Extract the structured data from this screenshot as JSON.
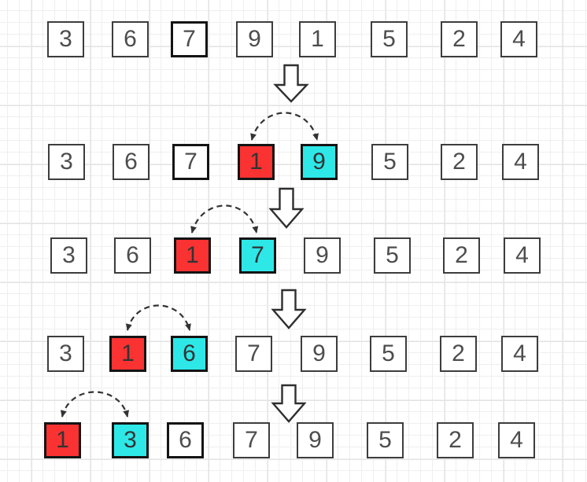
{
  "diagram": {
    "rows": [
      {
        "cells": [
          {
            "value": "3",
            "highlight": "none",
            "border": "normal"
          },
          {
            "value": "6",
            "highlight": "none",
            "border": "normal"
          },
          {
            "value": "7",
            "highlight": "none",
            "border": "bold"
          },
          {
            "value": "9",
            "highlight": "none",
            "border": "normal"
          },
          {
            "value": "1",
            "highlight": "none",
            "border": "normal"
          },
          {
            "value": "5",
            "highlight": "none",
            "border": "normal"
          },
          {
            "value": "2",
            "highlight": "none",
            "border": "normal"
          },
          {
            "value": "4",
            "highlight": "none",
            "border": "normal"
          }
        ]
      },
      {
        "cells": [
          {
            "value": "3",
            "highlight": "none",
            "border": "normal"
          },
          {
            "value": "6",
            "highlight": "none",
            "border": "normal"
          },
          {
            "value": "7",
            "highlight": "none",
            "border": "bold"
          },
          {
            "value": "1",
            "highlight": "red",
            "border": "bold"
          },
          {
            "value": "9",
            "highlight": "cyan",
            "border": "bold"
          },
          {
            "value": "5",
            "highlight": "none",
            "border": "normal"
          },
          {
            "value": "2",
            "highlight": "none",
            "border": "normal"
          },
          {
            "value": "4",
            "highlight": "none",
            "border": "normal"
          }
        ]
      },
      {
        "cells": [
          {
            "value": "3",
            "highlight": "none",
            "border": "normal"
          },
          {
            "value": "6",
            "highlight": "none",
            "border": "normal"
          },
          {
            "value": "1",
            "highlight": "red",
            "border": "bold"
          },
          {
            "value": "7",
            "highlight": "cyan",
            "border": "bold"
          },
          {
            "value": "9",
            "highlight": "none",
            "border": "normal"
          },
          {
            "value": "5",
            "highlight": "none",
            "border": "normal"
          },
          {
            "value": "2",
            "highlight": "none",
            "border": "normal"
          },
          {
            "value": "4",
            "highlight": "none",
            "border": "normal"
          }
        ]
      },
      {
        "cells": [
          {
            "value": "3",
            "highlight": "none",
            "border": "normal"
          },
          {
            "value": "1",
            "highlight": "red",
            "border": "bold"
          },
          {
            "value": "6",
            "highlight": "cyan",
            "border": "bold"
          },
          {
            "value": "7",
            "highlight": "none",
            "border": "normal"
          },
          {
            "value": "9",
            "highlight": "none",
            "border": "normal"
          },
          {
            "value": "5",
            "highlight": "none",
            "border": "normal"
          },
          {
            "value": "2",
            "highlight": "none",
            "border": "normal"
          },
          {
            "value": "4",
            "highlight": "none",
            "border": "normal"
          }
        ]
      },
      {
        "cells": [
          {
            "value": "1",
            "highlight": "red",
            "border": "bold"
          },
          {
            "value": "3",
            "highlight": "cyan",
            "border": "bold"
          },
          {
            "value": "6",
            "highlight": "none",
            "border": "bold"
          },
          {
            "value": "7",
            "highlight": "none",
            "border": "normal"
          },
          {
            "value": "9",
            "highlight": "none",
            "border": "normal"
          },
          {
            "value": "5",
            "highlight": "none",
            "border": "normal"
          },
          {
            "value": "2",
            "highlight": "none",
            "border": "normal"
          },
          {
            "value": "4",
            "highlight": "none",
            "border": "normal"
          }
        ]
      }
    ],
    "swap_arcs": [
      {
        "row": 2,
        "between": [
          "1",
          "9"
        ]
      },
      {
        "row": 3,
        "between": [
          "1",
          "7"
        ]
      },
      {
        "row": 4,
        "between": [
          "1",
          "6"
        ]
      },
      {
        "row": 5,
        "between": [
          "1",
          "3"
        ]
      }
    ],
    "step_arrow_count": 4
  },
  "colors": {
    "swap_source_fill": "#fa3232",
    "swap_target_fill": "#2ee8e8",
    "box_border": "#3d3d3d",
    "box_border_bold": "#141414",
    "digit": "#4d4d4d",
    "connector": "#333333",
    "grid_minor": "#efefef",
    "grid_major": "#e3e3e3",
    "canvas_bg": "#ffffff"
  }
}
